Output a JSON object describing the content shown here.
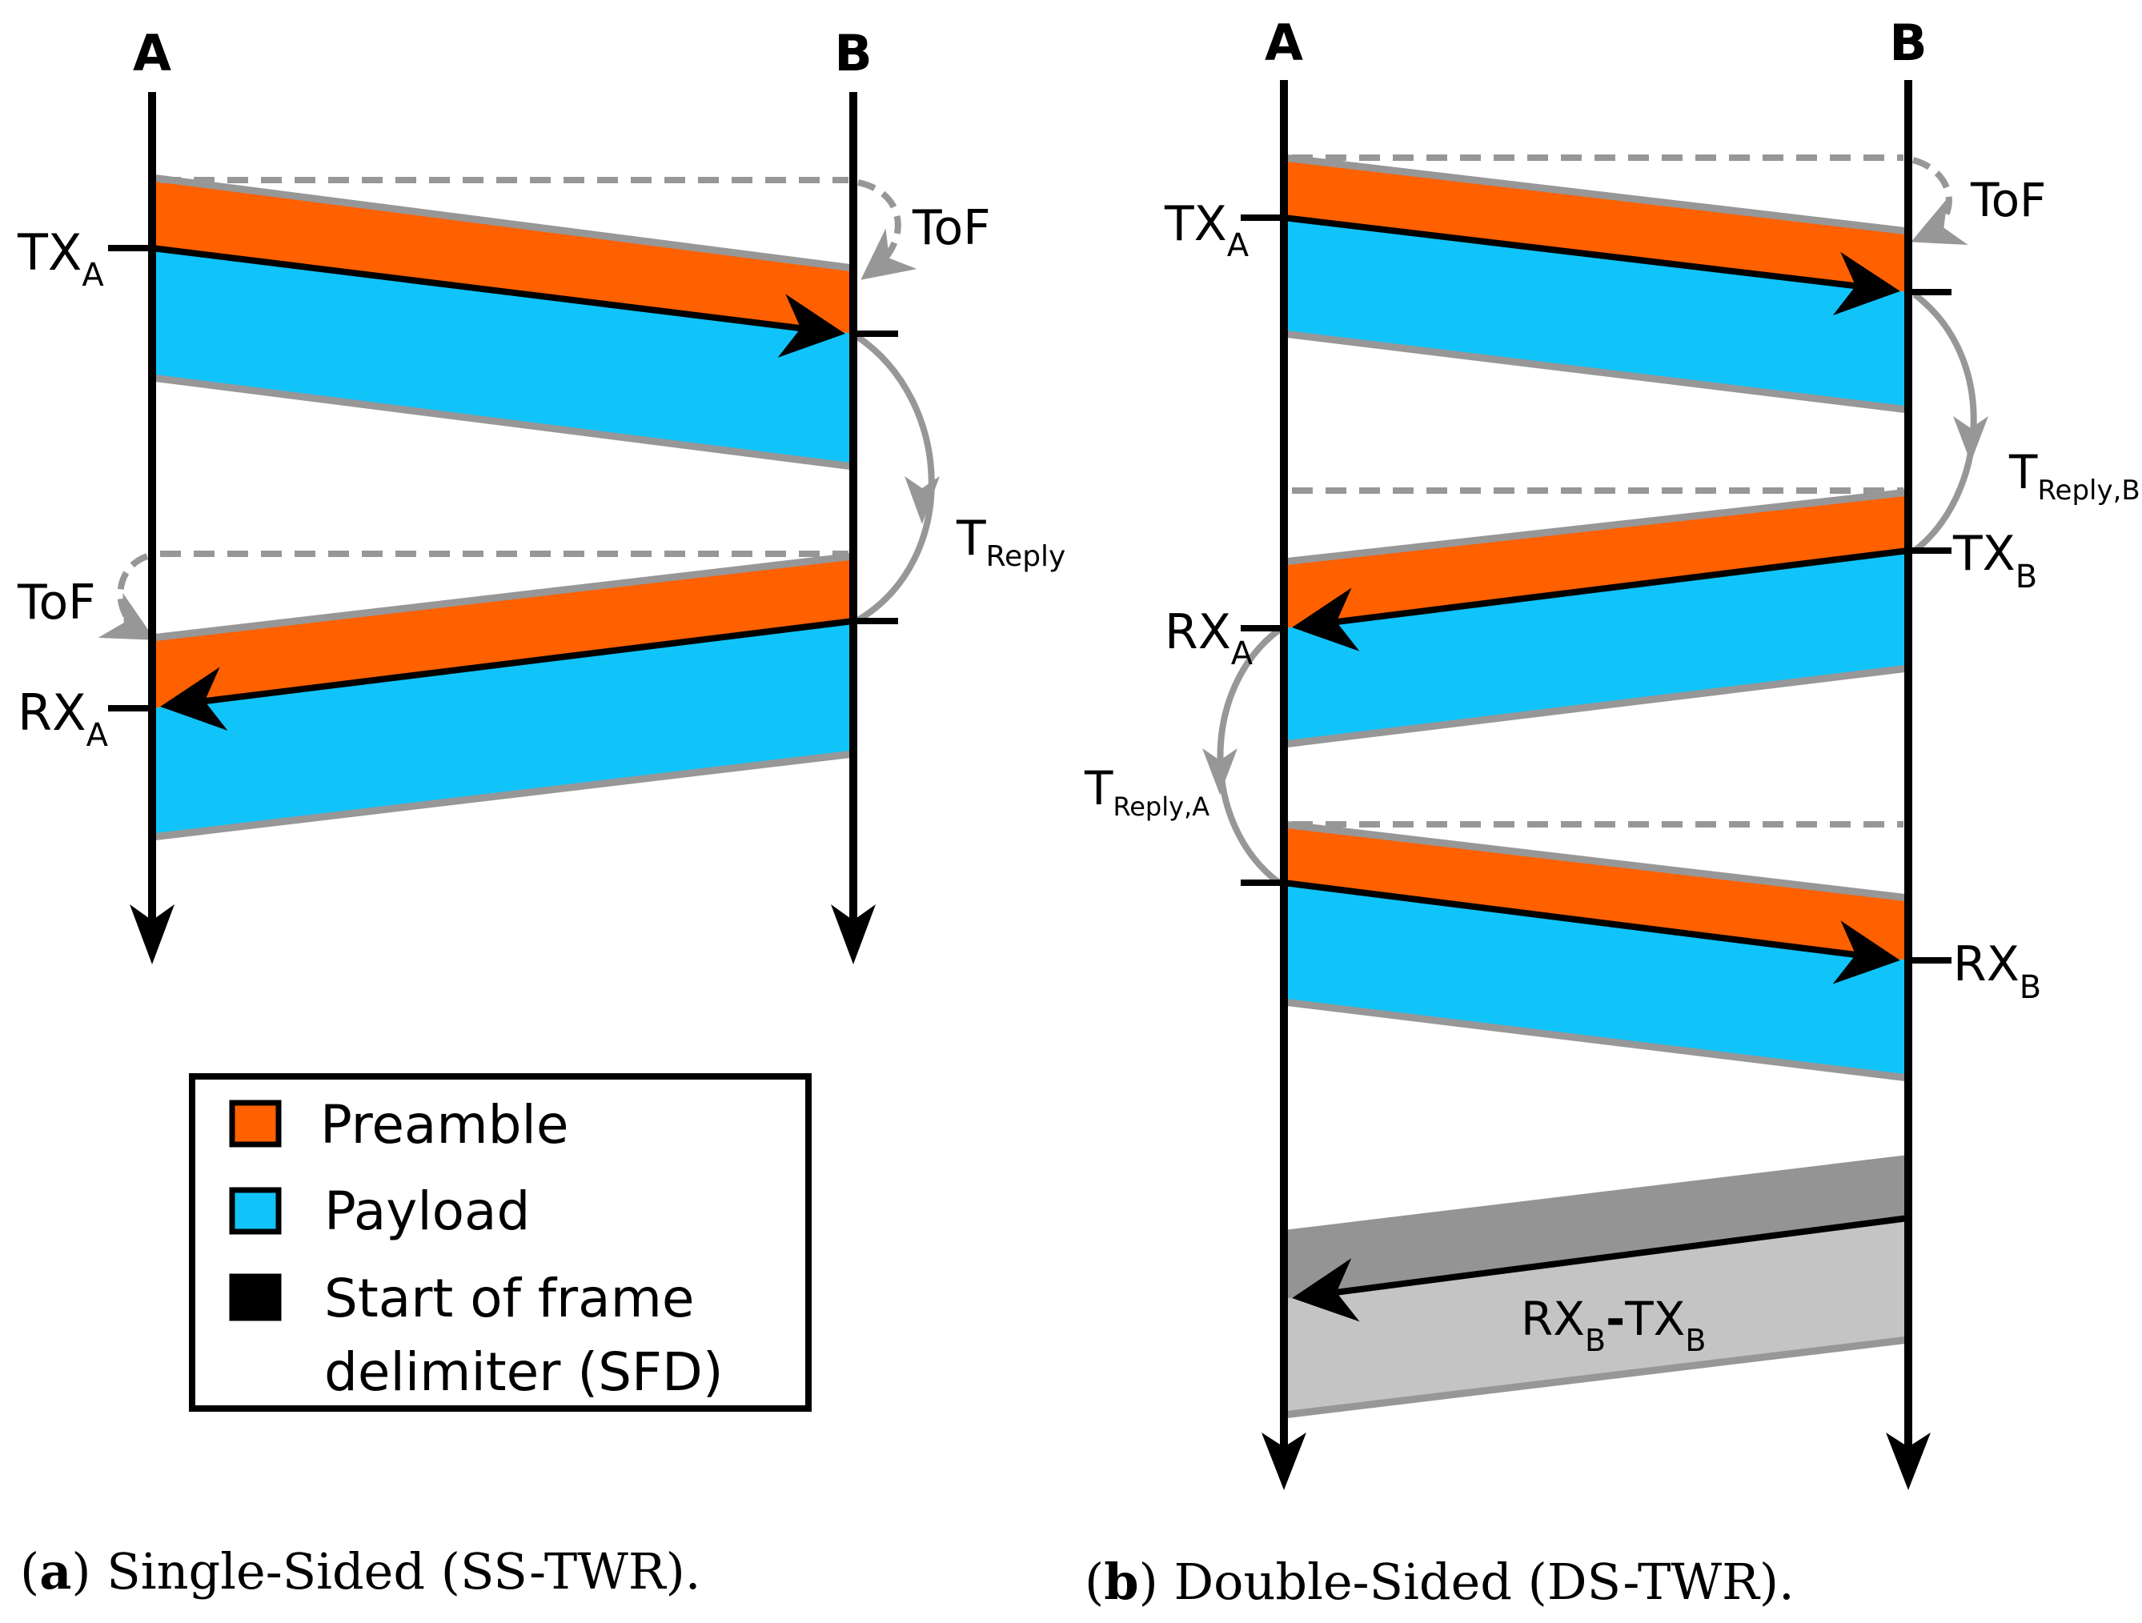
{
  "colors": {
    "preamble": "#ff6000",
    "payload": "#10c4fa",
    "sfd": "#000000",
    "edge": "#979797",
    "gray_dark": "#949494",
    "gray_light": "#c4c4c4"
  },
  "panel_a": {
    "node_a": "A",
    "node_b": "B",
    "tx_a": {
      "main": "TX",
      "sub": "A"
    },
    "rx_a": {
      "main": "RX",
      "sub": "A"
    },
    "tof_top": "ToF",
    "tof_bottom": "ToF",
    "t_reply": {
      "main": "T",
      "sub": "Reply"
    },
    "caption": {
      "letter": "a",
      "text": "Single-Sided (SS-TWR)."
    }
  },
  "panel_b": {
    "node_a": "A",
    "node_b": "B",
    "tx_a": {
      "main": "TX",
      "sub": "A"
    },
    "tof": "ToF",
    "t_reply_b": {
      "main": "T",
      "sub": "Reply,B"
    },
    "tx_b": {
      "main": "TX",
      "sub": "B"
    },
    "rx_a": {
      "main": "RX",
      "sub": "A"
    },
    "t_reply_a": {
      "main": "T",
      "sub": "Reply,A"
    },
    "rx_b": {
      "main": "RX",
      "sub": "B"
    },
    "diff": {
      "rx": "RX",
      "rx_sub": "B",
      "dash": "-",
      "tx": "TX",
      "tx_sub": "B"
    },
    "caption": {
      "letter": "b",
      "text": "Double-Sided (DS-TWR)."
    }
  },
  "legend": {
    "items": [
      {
        "label": "Preamble",
        "icon": "preamble-swatch"
      },
      {
        "label": "Payload",
        "icon": "payload-swatch"
      },
      {
        "label": "Start of frame",
        "icon": "sfd-swatch"
      }
    ],
    "sfd_line2": "delimiter (SFD)"
  }
}
